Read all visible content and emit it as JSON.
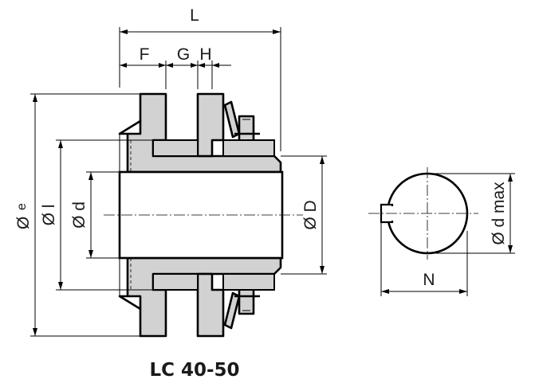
{
  "title": "LC 40-50",
  "dimensions": {
    "L": "L",
    "F": "F",
    "G": "G",
    "H": "H",
    "diam_e_symbol": "Ø",
    "diam_e_sub": "e",
    "diam_l": "Ø l",
    "diam_d": "Ø d",
    "diam_D": "Ø D",
    "diam_d_max": "Ø d max",
    "N": "N"
  },
  "colors": {
    "part_fill": "#d2d2d2",
    "outline": "#000000",
    "background": "#ffffff"
  }
}
